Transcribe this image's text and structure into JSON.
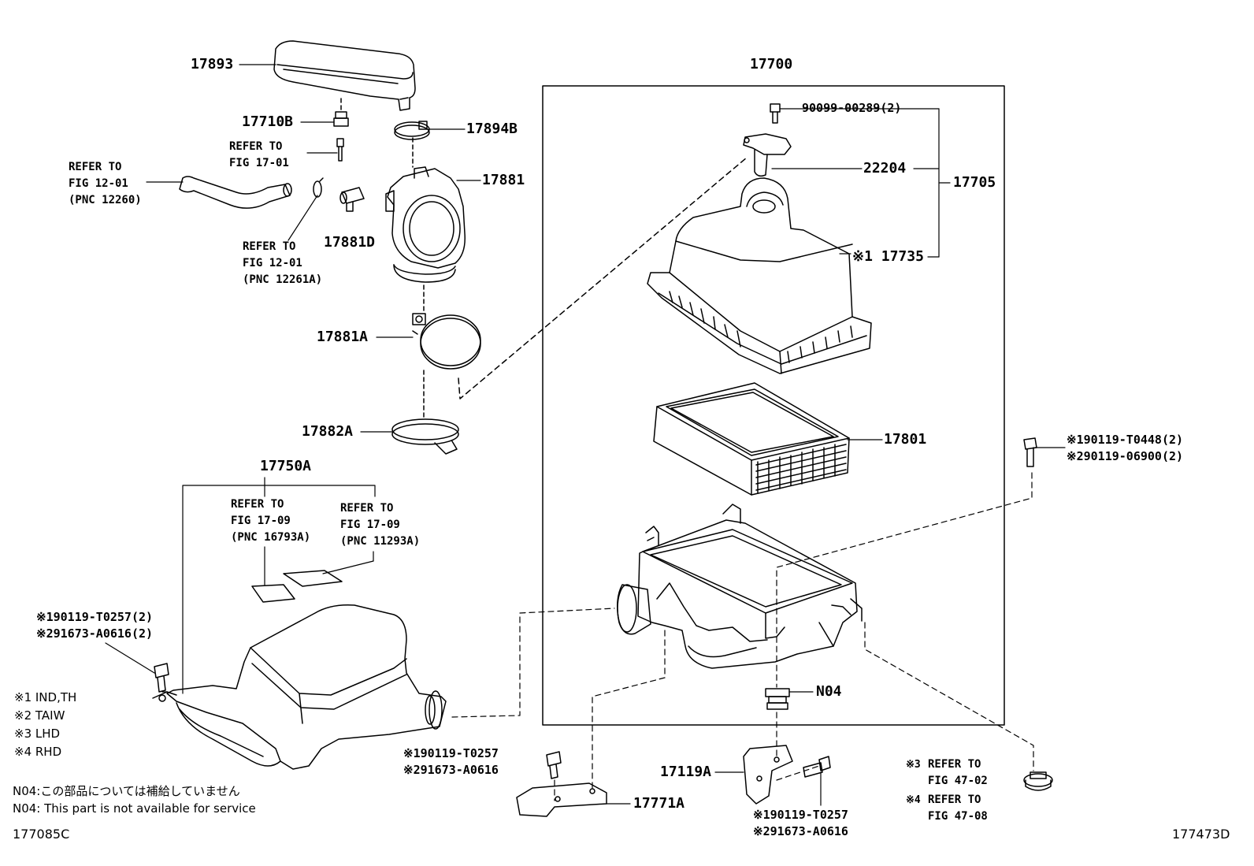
{
  "labels": {
    "p17893": "17893",
    "p17710B": "17710B",
    "p17894B": "17894B",
    "p17881": "17881",
    "p17881D": "17881D",
    "p17881A": "17881A",
    "p17882A": "17882A",
    "p17750A": "17750A",
    "p17700": "17700",
    "p90099": "90099-00289(2)",
    "p22204": "22204",
    "p17705": "17705",
    "p17735": "※1 17735",
    "p17801": "17801",
    "pN04": "N04",
    "p17119A": "17119A",
    "p17771A": "17771A",
    "bolt_right_1": "※190119-T0448(2)",
    "bolt_right_2": "※290119-06900(2)",
    "bolt_left_1": "※190119-T0257(2)",
    "bolt_left_2": "※291673-A0616(2)",
    "bolt_mid_1": "※190119-T0257",
    "bolt_mid_2": "※291673-A0616",
    "bolt_bot_1": "※190119-T0257",
    "bolt_bot_2": "※291673-A0616"
  },
  "refs": {
    "r1701": [
      "REFER TO",
      "FIG 17-01"
    ],
    "r1201a": [
      "REFER TO",
      "FIG 12-01",
      "(PNC 12260)"
    ],
    "r1201b": [
      "REFER TO",
      "FIG 12-01",
      "(PNC 12261A)"
    ],
    "r1709a": [
      "REFER TO",
      "FIG 17-09",
      "(PNC 16793A)"
    ],
    "r1709b": [
      "REFER TO",
      "FIG 17-09",
      "(PNC 11293A)"
    ],
    "r4702": {
      "mark": "※3",
      "lines": [
        "REFER TO",
        "FIG 47-02"
      ]
    },
    "r4708": {
      "mark": "※4",
      "lines": [
        "REFER TO",
        "FIG 47-08"
      ]
    }
  },
  "notes": {
    "legend": [
      "※1 IND,TH",
      "※2 TAIW",
      "※3 LHD",
      "※4 RHD"
    ],
    "n04_jp": "N04:この部品については補給していません",
    "n04_en": "N04: This part is not available for service",
    "code_left": "177085C",
    "code_right": "177473D"
  },
  "colors": {
    "ink": "#000000",
    "background": "#ffffff"
  }
}
